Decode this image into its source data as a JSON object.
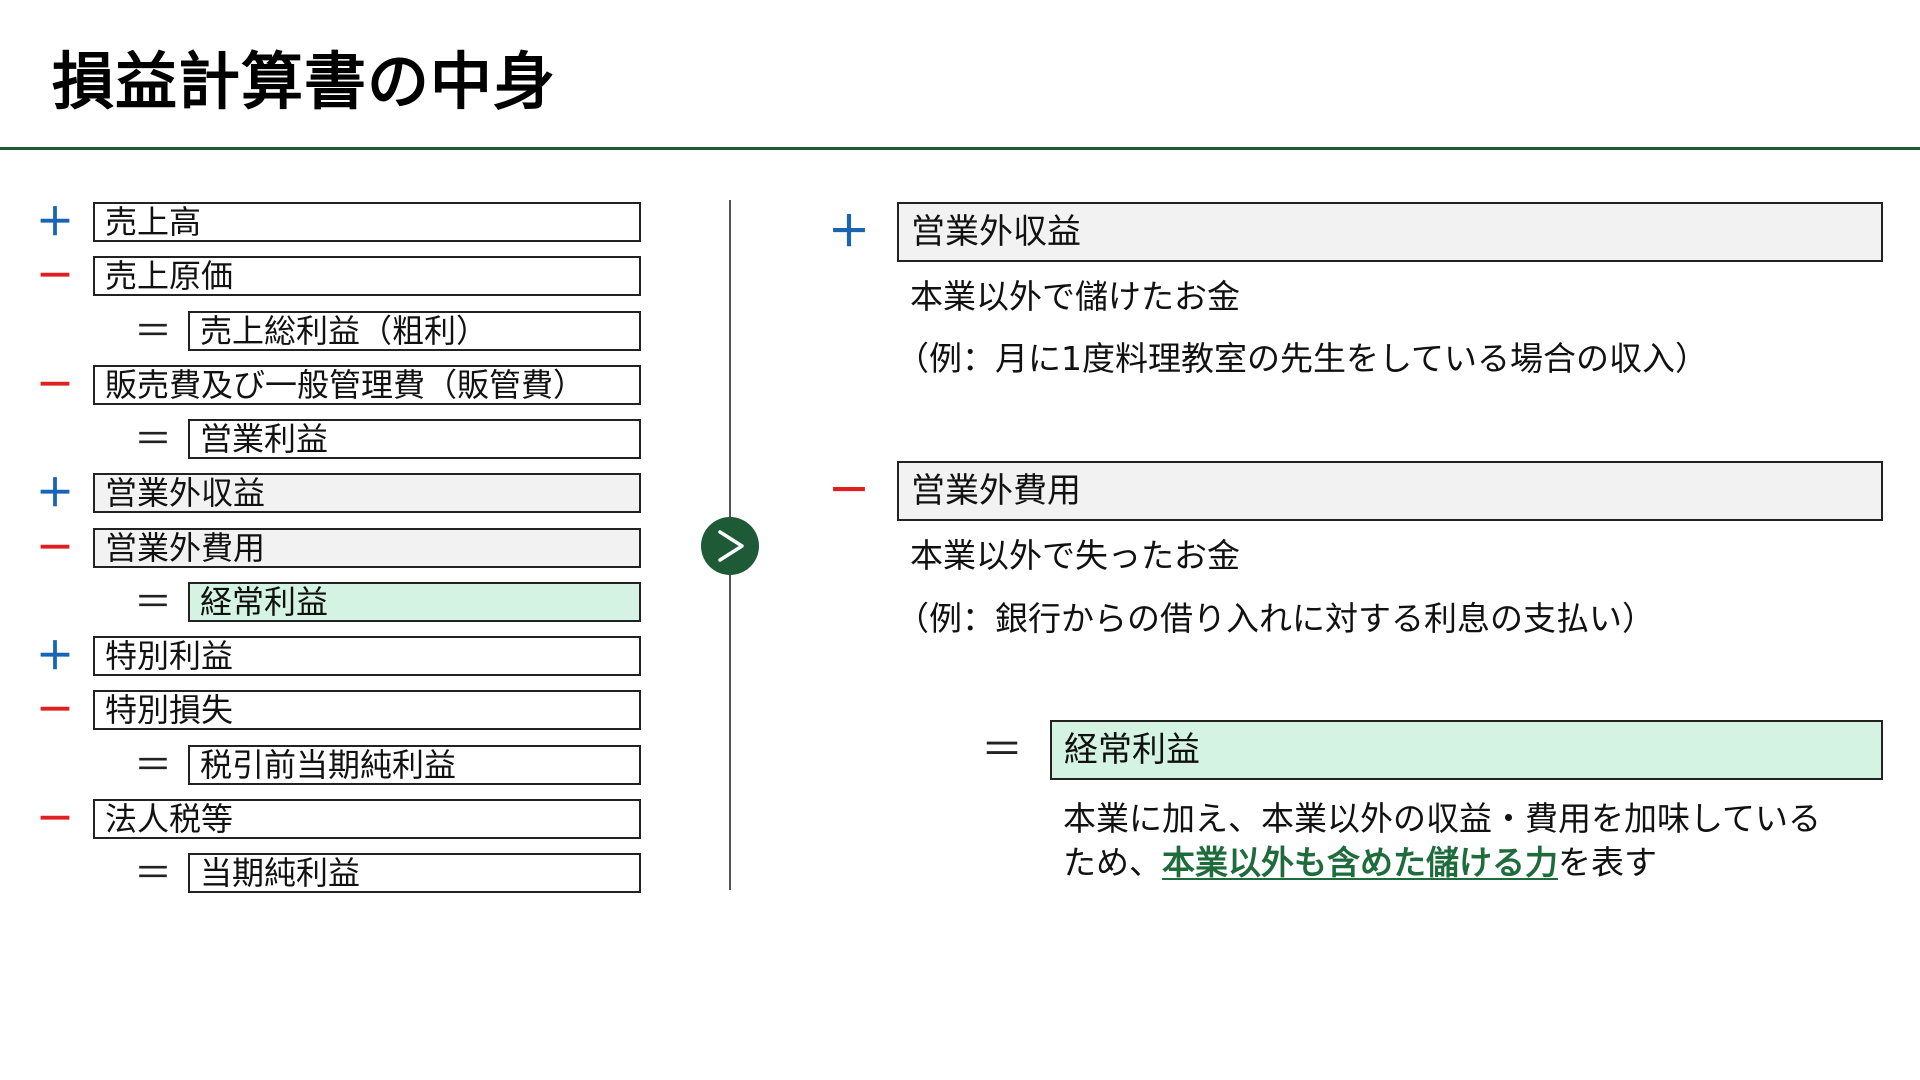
{
  "title": "損益計算書の中身",
  "colors": {
    "accent_green": "#1e5a36",
    "plus_blue": "#1a64b4",
    "minus_red": "#e02020",
    "gray_fill": "#f2f2f2",
    "green_fill": "#d4f3e2",
    "link_green": "#1e6b3c"
  },
  "signs": {
    "plus": "＋",
    "minus": "－",
    "equals": "＝"
  },
  "pl_items": [
    {
      "sign": "plus",
      "label": "売上高",
      "style": "plain"
    },
    {
      "sign": "minus",
      "label": "売上原価",
      "style": "plain"
    },
    {
      "sign": "equals",
      "label": "売上総利益（粗利）",
      "style": "plain"
    },
    {
      "sign": "minus",
      "label": "販売費及び一般管理費（販管費）",
      "style": "plain"
    },
    {
      "sign": "equals",
      "label": "営業利益",
      "style": "plain"
    },
    {
      "sign": "plus",
      "label": "営業外収益",
      "style": "gray"
    },
    {
      "sign": "minus",
      "label": "営業外費用",
      "style": "gray"
    },
    {
      "sign": "equals",
      "label": "経常利益",
      "style": "green"
    },
    {
      "sign": "plus",
      "label": "特別利益",
      "style": "plain"
    },
    {
      "sign": "minus",
      "label": "特別損失",
      "style": "plain"
    },
    {
      "sign": "equals",
      "label": "税引前当期純利益",
      "style": "plain"
    },
    {
      "sign": "minus",
      "label": "法人税等",
      "style": "plain"
    },
    {
      "sign": "equals",
      "label": "当期純利益",
      "style": "plain"
    }
  ],
  "arrow_icon": "chevron-right-icon",
  "details": {
    "non_operating_income": {
      "heading": "営業外収益",
      "line1": "本業以外で儲けたお金",
      "line2": "（例：月に1度料理教室の先生をしている場合の収入）"
    },
    "non_operating_expenses": {
      "heading": "営業外費用",
      "line1": "本業以外で失ったお金",
      "line2": "（例：銀行からの借り入れに対する利息の支払い）"
    },
    "ordinary_profit": {
      "heading": "経常利益",
      "line1": "本業に加え、本業以外の収益・費用を加味している",
      "line2_prefix": "ため、",
      "line2_highlight": "本業以外も含めた儲ける力",
      "line2_suffix": "を表す"
    }
  }
}
